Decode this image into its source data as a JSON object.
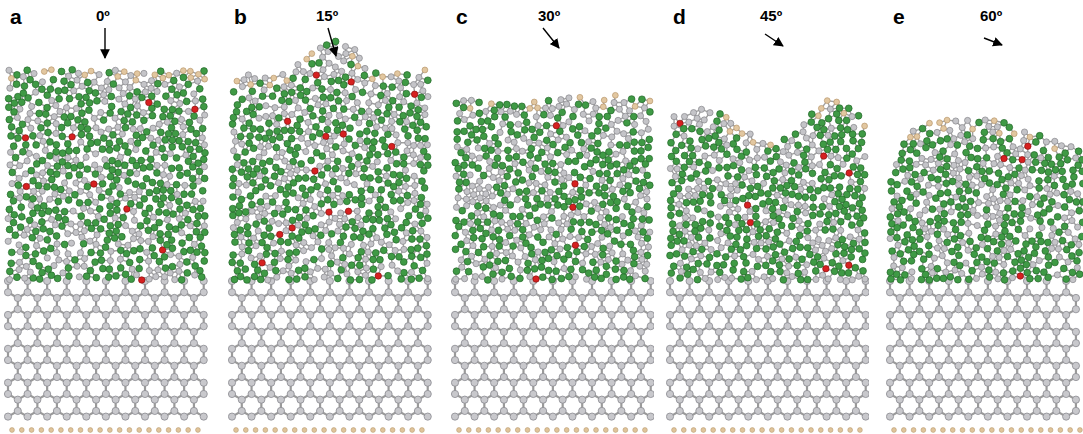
{
  "diagram": {
    "labels": [
      "a",
      "0º",
      "b",
      "15º",
      "c",
      "30º",
      "d",
      "45º",
      "e",
      "60º"
    ]
  }
}
